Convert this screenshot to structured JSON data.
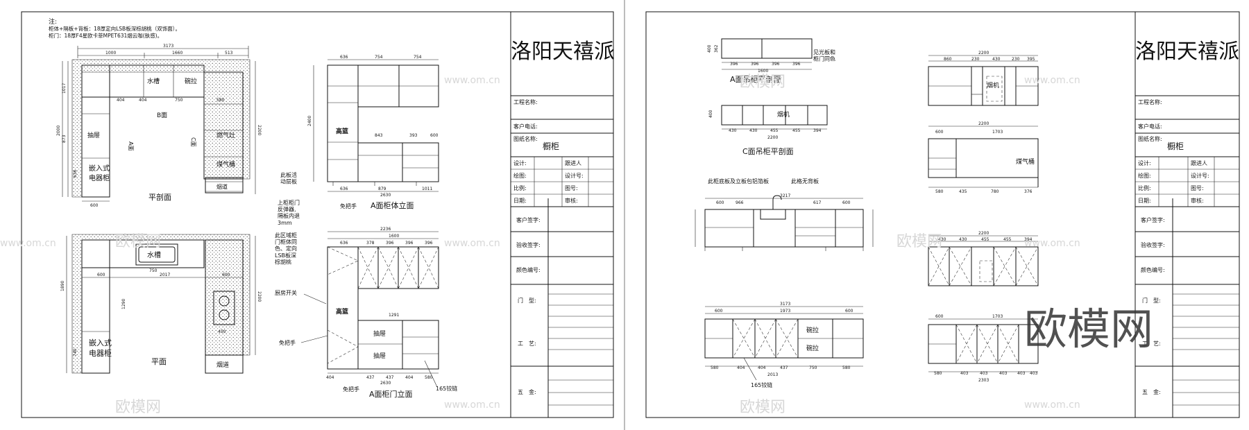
{
  "notes": {
    "title": "注:",
    "line1": "柜体+隔板+背板：18厚定向LSB板深棕胡桃（双饰面）。",
    "line2": "柜门：18厚F4星欧卡菲MPET631烟云咖(肤感)。"
  },
  "sheet_left": {
    "plan_section_title": "平剖面",
    "plan_title": "平面",
    "elev_body_title": "A面柜体立面",
    "elev_door_title": "A面柜门立面",
    "labels": {
      "sink": "水槽",
      "bowl": "碗拉",
      "b_face": "B面",
      "a_face": "A面",
      "c_face": "C面",
      "drawer": "抽屉",
      "stove": "燃气灶",
      "gas_tank": "煤气桶",
      "flue": "烟道",
      "built_in": "嵌入式",
      "appliance": "电器柜",
      "sink2": "水槽",
      "flue2": "烟道",
      "built_in2": "嵌入式",
      "appliance2": "电器柜",
      "basket": "高篮",
      "basket2": "高篮",
      "drawer_a": "抽屉",
      "drawer_b": "抽屉",
      "movable_shelf": "此板活\n动层板",
      "handle_free": "免把手",
      "handle_free2": "免把手",
      "handle_free3": "免把手",
      "upper_door_note": "上柜柜门\n反弹器,\n隔板内退\n3mm",
      "fake_door_note": "此区域柜\n门柜体同\n色、定向\nLSB板深\n棕胡桃",
      "kitchen_switch": "厨房开关",
      "hinge": "165铰链"
    },
    "dims": {
      "plan_total": "3173",
      "plan_a": "1000",
      "plan_b": "1660",
      "plan_c": "513",
      "plan_left_h": "2000",
      "plan_right_h": "2200",
      "plan_h1": "1017",
      "plan_h2": "873",
      "plan_h3": "636",
      "plan_w1": "404",
      "plan_w2": "404",
      "plan_w3": "750",
      "plan_w4": "580",
      "plan_bottom": "600",
      "plan2_w1": "600",
      "plan2_w2": "2017",
      "plan2_w3": "600",
      "plan2_sink": "750",
      "plan2_h1": "1890",
      "plan2_h2": "1290",
      "plan2_h3": "740",
      "plan2_h4": "2200",
      "plan2_stove": "450",
      "elev_top_a": "636",
      "elev_top_b": "754",
      "elev_top_c": "754",
      "elev_mid_a": "843",
      "elev_mid_b": "393",
      "elev_mid_c": "600",
      "elev_bot_a": "636",
      "elev_bot_b": "879",
      "elev_bot_c": "1011",
      "elev_total": "2630",
      "elev_h": "2400",
      "door_top": "2236",
      "door_mid": "1600",
      "door_a": "636",
      "door_b": "378",
      "door_c": "396",
      "door_d": "396",
      "door_e": "396",
      "door_bot_a": "404",
      "door_bot_b": "437",
      "door_bot_c": "437",
      "door_bot_d": "404",
      "door_bot_e": "580",
      "door_mid2": "1291",
      "door_total": "2630"
    }
  },
  "sheet_right": {
    "a_hanging_title": "A面吊柜平剖面",
    "c_hanging_title": "C面吊柜平剖面",
    "hood": "烟机",
    "hood2": "烟机",
    "gas_tank": "煤气桶",
    "bowl1": "碗拉",
    "bowl2": "碗拉",
    "hinge": "165铰链",
    "light_panel_note": "见光板和\n柜门同色",
    "cabinet_note": "此柜底板及立板包铝箔板",
    "no_back_note": "此格无背板",
    "dims": {
      "a_w": "1600",
      "a_1": "396",
      "a_2": "396",
      "a_3": "396",
      "a_4": "396",
      "a_h1": "400",
      "a_h2": "362",
      "c_w": "2200",
      "c_1": "430",
      "c_2": "430",
      "c_3": "455",
      "c_4": "455",
      "c_5": "394",
      "c_h": "400",
      "b_top": "3217",
      "b_1": "600",
      "b_2": "966",
      "b_3": "617",
      "b_4": "600",
      "b2_total": "3173",
      "b2_mid": "1973",
      "b2_a": "600",
      "b2_b": "600",
      "b2_bot": "2013",
      "b2_c": "580",
      "b2_d": "404",
      "b2_e": "404",
      "b2_f": "437",
      "b2_g": "750",
      "b2_h": "580",
      "c_top": "2200",
      "c_t1": "860",
      "c_t2": "230",
      "c_t3": "430",
      "c_t4": "230",
      "c_t5": "395",
      "c_mid": "2200",
      "c_m1": "600",
      "c_m2": "1703",
      "c_b1": "580",
      "c_b2": "435",
      "c_b3": "780",
      "c_b4": "376",
      "c2_top": "2200",
      "c2_1": "430",
      "c2_2": "430",
      "c2_3": "455",
      "c2_4": "455",
      "c2_5": "394",
      "c2_mid": "600",
      "c2_mid2": "1703",
      "c2_bot": "2303",
      "c2_b1": "580",
      "c2_b2": "403",
      "c2_b3": "403",
      "c2_b4": "403",
      "c2_b5": "403",
      "c2_b6": "403"
    }
  },
  "title_block": {
    "brand": "洛阳天禧派",
    "project_name": "工程名称:",
    "client_phone": "客户电话:",
    "drawing_name": "图纸名称:",
    "drawing_value": "橱柜",
    "design": "设计:",
    "follow_up": "跟进人",
    "draw": "绘图:",
    "design_no": "设计号:",
    "scale": "比例:",
    "drawing_no": "图号:",
    "date": "日期:",
    "review": "审核:",
    "client_sign": "客户签字:",
    "accept_sign": "验收签字:",
    "color_no": "颜色编号:",
    "door_type": "门　型:",
    "craft": "工　艺:",
    "hardware": "五　金:"
  },
  "watermarks": {
    "brand_big": "欧模网",
    "site": "www.om.cn",
    "brand_small": "欧模网"
  },
  "colors": {
    "line": "#111111",
    "watermark": "#d7d7d7",
    "watermark_dark": "#333333"
  }
}
